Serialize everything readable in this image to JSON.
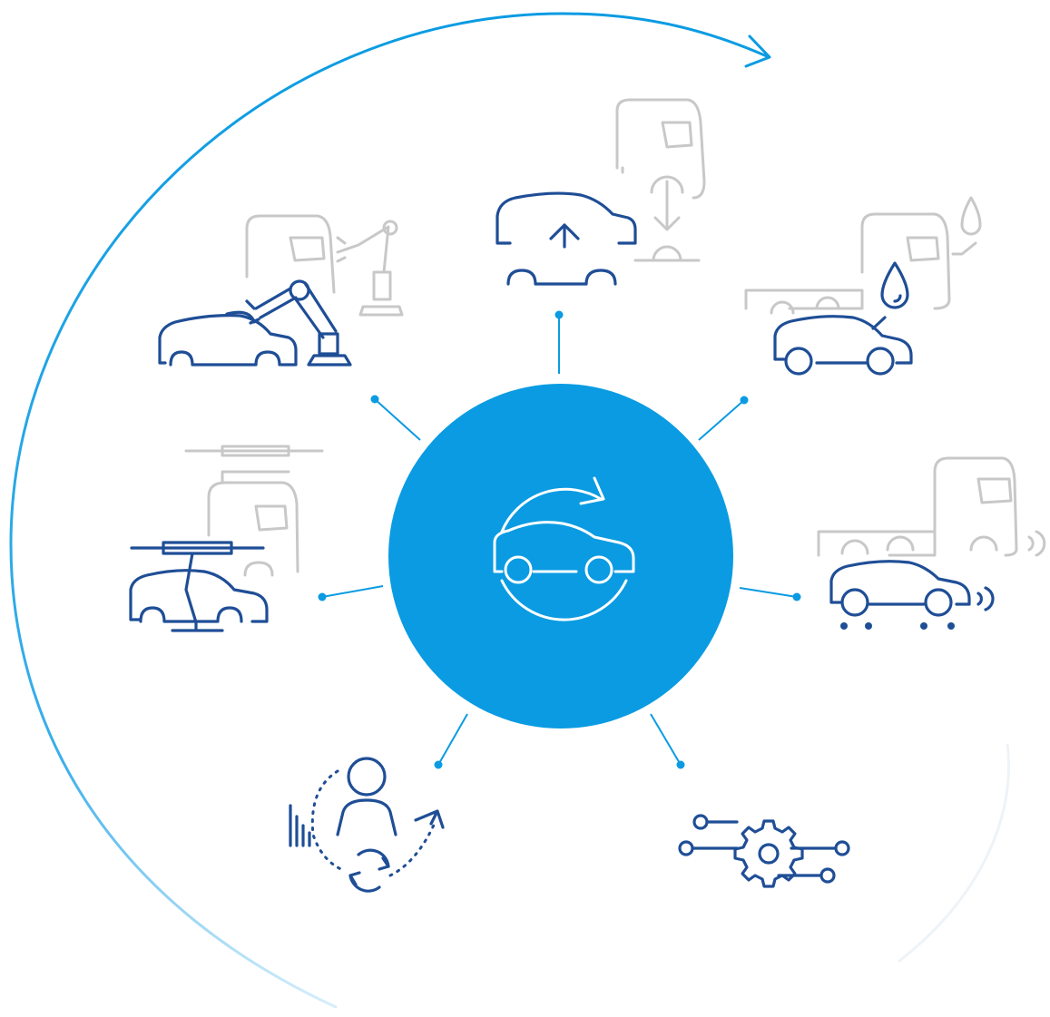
{
  "colors": {
    "accent": "#0a9be2",
    "icon_primary": "#1f4e96",
    "icon_secondary": "#c8c8c8",
    "background": "#ffffff"
  },
  "center": {
    "icon": "car-cycle-icon"
  },
  "nodes": [
    {
      "id": "body-shop",
      "icon": "robot-arm-car-icon"
    },
    {
      "id": "lift",
      "icon": "car-lift-icon"
    },
    {
      "id": "fluids",
      "icon": "car-fluid-drop-icon"
    },
    {
      "id": "assembly",
      "icon": "car-body-hanger-icon"
    },
    {
      "id": "sensor-test",
      "icon": "car-signal-test-icon"
    },
    {
      "id": "workforce",
      "icon": "person-cycle-icon"
    },
    {
      "id": "digital",
      "icon": "gear-network-icon"
    }
  ]
}
